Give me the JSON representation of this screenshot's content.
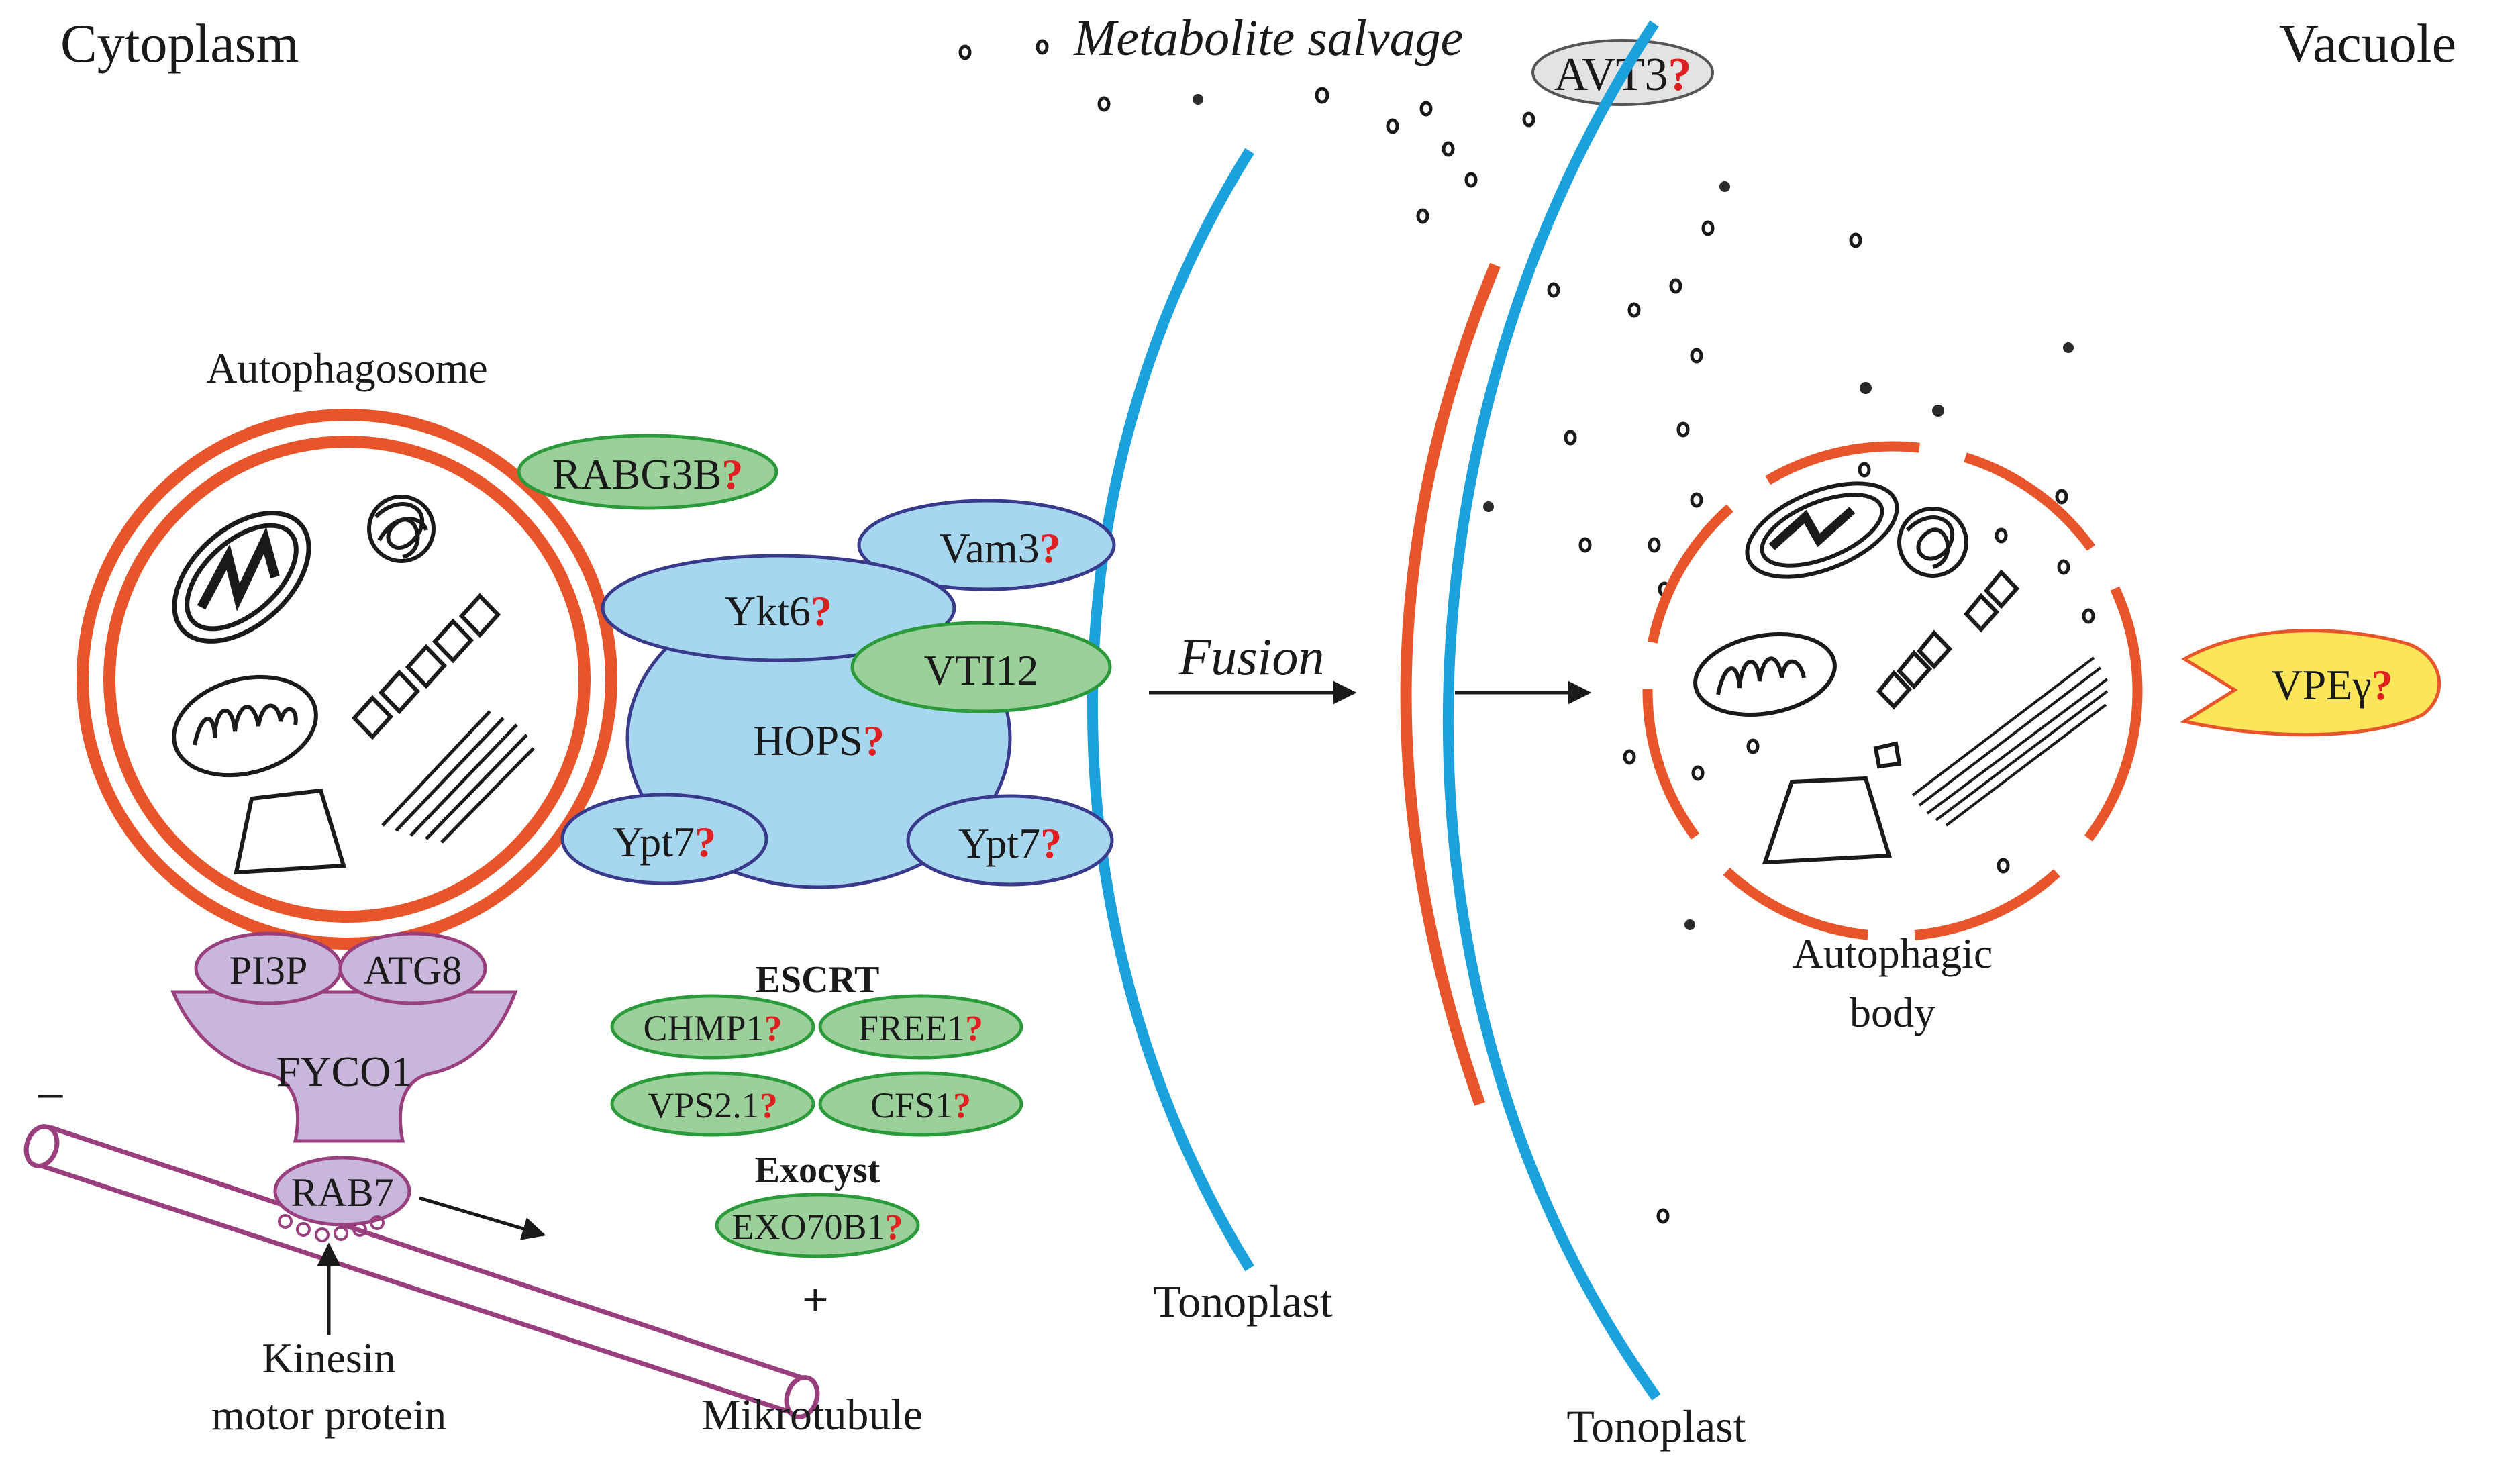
{
  "regions": {
    "cytoplasm": "Cytoplasm",
    "vacuole": "Vacuole"
  },
  "labels": {
    "metabolite_salvage": "Metabolite salvage",
    "autophagosome": "Autophagosome",
    "fusion": "Fusion",
    "tonoplast_left": "Tonoplast",
    "tonoplast_right": "Tonoplast",
    "autophagic_body_line1": "Autophagic",
    "autophagic_body_line2": "body",
    "kinesin_line1": "Kinesin",
    "kinesin_line2": "motor protein",
    "microtubule": "Mikrotubule",
    "minus": "−",
    "plus": "+",
    "escrt": "ESCRT",
    "exocyst": "Exocyst"
  },
  "proteins": {
    "rabg3b": "RABG3B",
    "vam3": "Vam3",
    "ykt6": "Ykt6",
    "vti12": "VTI12",
    "hops": "HOPS",
    "ypt7_left": "Ypt7",
    "ypt7_right": "Ypt7",
    "pi3p": "PI3P",
    "atg8": "ATG8",
    "fyco1": "FYCO1",
    "rab7": "RAB7",
    "chmp1": "CHMP1",
    "free1": "FREE1",
    "vps21": "VPS2.1",
    "cfs1": "CFS1",
    "exo70b1": "EXO70B1",
    "avt3": "AVT3",
    "vpeg": "VPEγ"
  },
  "question_mark": "?",
  "colors": {
    "membrane_orange": "#e8552a",
    "tonoplast_blue": "#1ba1dc",
    "hops_blue": "#a6d7ef",
    "snare_blue_stroke": "#3a3a8c",
    "green_fill": "#9cd09b",
    "green_stroke": "#2a9a3a",
    "purple_fill": "#c8b6db",
    "purple_stroke": "#9a3f7e",
    "microtubule": "#9a3f7e",
    "vpe_yellow": "#fbe65a",
    "avt3_gray": "#e3e3e3",
    "question_red": "#e02020"
  }
}
